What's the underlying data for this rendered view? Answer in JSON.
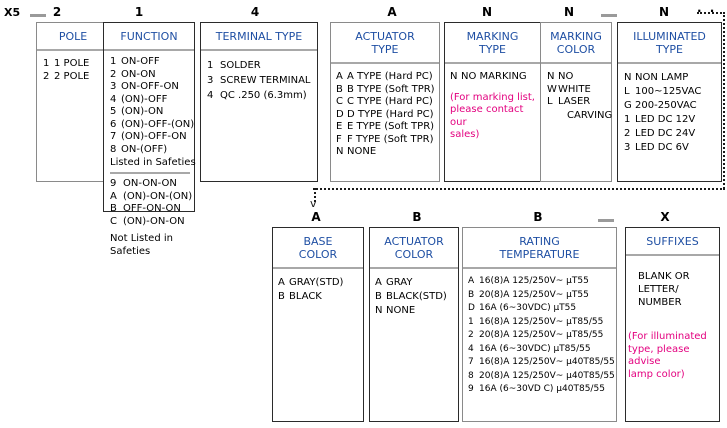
{
  "part_number": {
    "prefix": "X5",
    "segments": [
      {
        "code": "2",
        "separator_before": "dash"
      },
      {
        "code": "1",
        "separator_before": "none"
      },
      {
        "code": "4",
        "separator_before": "none"
      },
      {
        "code": "A",
        "separator_before": "none"
      },
      {
        "code": "N",
        "separator_before": "none"
      },
      {
        "code": "N",
        "separator_before": "none"
      },
      {
        "code": "N",
        "separator_before": "dash"
      }
    ],
    "continuation": "· · ·",
    "row2_segments": [
      {
        "code": "A",
        "separator_before": "none"
      },
      {
        "code": "B",
        "separator_before": "none"
      },
      {
        "code": "B",
        "separator_before": "none"
      },
      {
        "code": "X",
        "separator_before": "dash"
      }
    ]
  },
  "colors": {
    "header_text": "#1f4fa3",
    "note_text": "#e3007f",
    "box_border": "#2b2b2b",
    "divider": "#a8a8a8"
  },
  "boxes": {
    "pole": {
      "title": "POLE",
      "options": [
        {
          "key": "1",
          "value": "1 POLE"
        },
        {
          "key": "2",
          "value": "2 POLE"
        }
      ]
    },
    "function": {
      "title": "FUNCTION",
      "options_listed": [
        {
          "key": "1",
          "value": "ON-OFF"
        },
        {
          "key": "2",
          "value": "ON-ON"
        },
        {
          "key": "3",
          "value": "ON-OFF-ON"
        },
        {
          "key": "4",
          "value": "(ON)-OFF"
        },
        {
          "key": "5",
          "value": "(ON)-ON"
        },
        {
          "key": "6",
          "value": "(ON)-OFF-(ON)"
        },
        {
          "key": "7",
          "value": "(ON)-OFF-ON"
        },
        {
          "key": "8",
          "value": "ON-(OFF)"
        }
      ],
      "listed_label": "Listed in Safeties",
      "options_not_listed": [
        {
          "key": "9",
          "value": "ON-ON-ON"
        },
        {
          "key": "A",
          "value": "(ON)-ON-(ON)"
        },
        {
          "key": "B",
          "value": "OFF-ON-ON"
        },
        {
          "key": "C",
          "value": "(ON)-ON-ON"
        }
      ],
      "not_listed_label_line1": "Not Listed in",
      "not_listed_label_line2": "Safeties"
    },
    "terminal_type": {
      "title": "TERMINAL TYPE",
      "options": [
        {
          "key": "1",
          "value": "SOLDER"
        },
        {
          "key": "3",
          "value": "SCREW TERMINAL"
        },
        {
          "key": "4",
          "value": "QC .250  (6.3mm)"
        }
      ]
    },
    "actuator_type": {
      "title": "ACTUATOR\nTYPE",
      "options": [
        {
          "key": "A",
          "value": "A TYPE (Hard PC)"
        },
        {
          "key": "B",
          "value": "B TYPE (Soft TPR)"
        },
        {
          "key": "C",
          "value": "C TYPE (Hard PC)"
        },
        {
          "key": "D",
          "value": "D TYPE (Hard PC)"
        },
        {
          "key": "E",
          "value": "E TYPE (Soft TPR)"
        },
        {
          "key": "F",
          "value": "F TYPE (Soft TPR)"
        },
        {
          "key": "N",
          "value": "NONE"
        }
      ]
    },
    "marking_type": {
      "title": "MARKING\nTYPE",
      "options": [
        {
          "key": "N",
          "value": "NO MARKING"
        }
      ],
      "note_lines": [
        "(For marking list,",
        "please contact our",
        "sales)"
      ]
    },
    "marking_color": {
      "title": "MARKING\nCOLOR",
      "options": [
        {
          "key": "N",
          "value": "NO"
        },
        {
          "key": "W",
          "value": "WHITE"
        },
        {
          "key": "L",
          "value": "LASER"
        }
      ],
      "extra_line": "CARVING"
    },
    "illuminated_type": {
      "title": "ILLUMINATED\nTYPE",
      "options": [
        {
          "key": "N",
          "value": "NON LAMP"
        },
        {
          "key": "L",
          "value": "100~125VAC"
        },
        {
          "key": "G",
          "value": "200-250VAC"
        },
        {
          "key": "1",
          "value": "LED  DC 12V"
        },
        {
          "key": "2",
          "value": "LED  DC 24V"
        },
        {
          "key": "3",
          "value": "LED  DC 6V"
        }
      ]
    },
    "base_color": {
      "title": "BASE\nCOLOR",
      "options": [
        {
          "key": "A",
          "value": "GRAY(STD)"
        },
        {
          "key": "B",
          "value": "BLACK"
        }
      ]
    },
    "actuator_color": {
      "title": "ACTUATOR\nCOLOR",
      "options": [
        {
          "key": "A",
          "value": "GRAY"
        },
        {
          "key": "B",
          "value": "BLACK(STD)"
        },
        {
          "key": "N",
          "value": "NONE"
        }
      ]
    },
    "rating_temperature": {
      "title": "RATING\nTEMPERATURE",
      "options": [
        {
          "key": "A",
          "value": "16(8)A 125/250V~ μT55"
        },
        {
          "key": "B",
          "value": "20(8)A 125/250V~ μT55"
        },
        {
          "key": "D",
          "value": "16A (6~30VDC) μT55"
        },
        {
          "key": "1",
          "value": "16(8)A 125/250V~ μT85/55"
        },
        {
          "key": "2",
          "value": "20(8)A 125/250V~ μT85/55"
        },
        {
          "key": "4",
          "value": "16A (6~30VDC) μT85/55"
        },
        {
          "key": "7",
          "value": "16(8)A 125/250V~ μ40T85/55"
        },
        {
          "key": "8",
          "value": "20(8)A 125/250V~ μ40T85/55"
        },
        {
          "key": "9",
          "value": "16A (6~30VD C) μ40T85/55"
        }
      ]
    },
    "suffixes": {
      "title": "SUFFIXES",
      "text_lines": [
        "BLANK OR",
        "LETTER/",
        "NUMBER"
      ],
      "note_lines": [
        "(For illuminated",
        "type, please advise",
        "lamp color)"
      ]
    }
  }
}
